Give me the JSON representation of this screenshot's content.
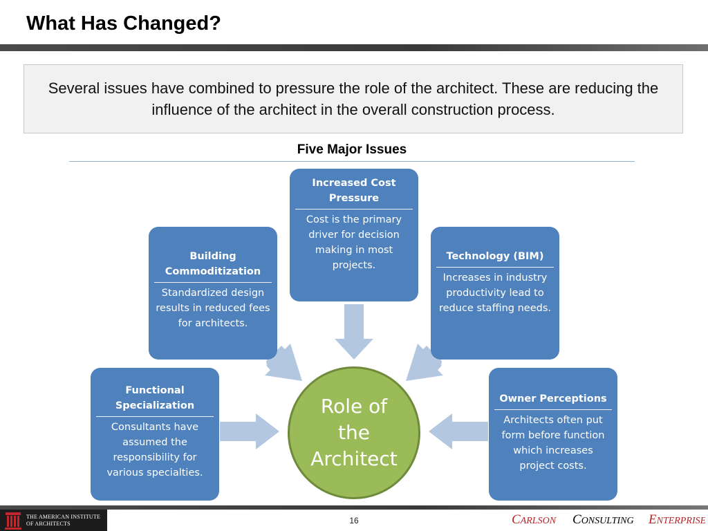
{
  "slide": {
    "title": "What Has Changed?",
    "intro": "Several issues have combined to pressure the role of the architect.  These are reducing the influence of the architect in the overall construction process.",
    "section_heading": "Five Major Issues",
    "page_number": "16"
  },
  "diagram": {
    "center_label": "Role of the Architect",
    "issues": [
      {
        "title": "Increased Cost Pressure",
        "body": "Cost is the primary driver for decision making in most projects."
      },
      {
        "title": "Building Commoditization",
        "body": "Standardized design results in reduced fees for architects."
      },
      {
        "title": "Technology (BIM)",
        "body": "Increases in industry productivity lead to reduce staffing needs."
      },
      {
        "title": "Functional Specialization",
        "body": "Consultants have assumed the responsibility for various specialties."
      },
      {
        "title": "Owner Perceptions",
        "body": "Architects often put form before function which increases project costs."
      }
    ]
  },
  "footer": {
    "aia_line1": "THE AMERICAN INSTITUTE",
    "aia_line2": "OF ARCHITECTS",
    "logo_part1_initial": "C",
    "logo_part1_rest": "ARLSON",
    "logo_part2_initial": "C",
    "logo_part2_rest": "ONSULTING",
    "logo_part3_initial": "E",
    "logo_part3_rest": "NTERPRISE"
  },
  "colors": {
    "card_fill": "#4f81bd",
    "center_fill": "#9bbb59",
    "arrow_fill": "#b4c7e1",
    "logo_red": "#b3262a"
  }
}
